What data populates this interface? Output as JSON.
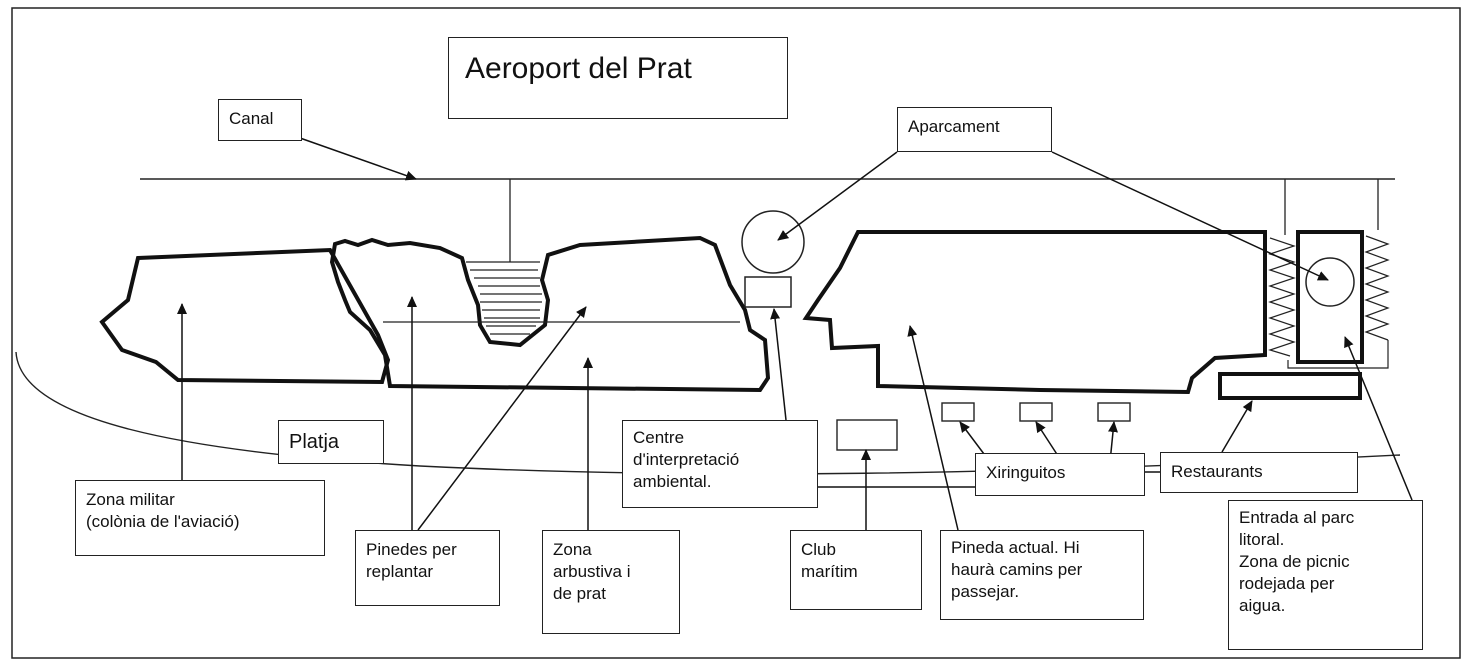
{
  "diagram": {
    "title": "Aeroport del Prat",
    "labels": {
      "canal": "Canal",
      "aparcament": "Aparcament",
      "platja": "Platja",
      "zona_militar": "Zona militar\n(colònia de l'aviació)",
      "pinedes": "Pinedes per\nreplantar",
      "zona_arbustiva": "Zona\narbustiva i\nde prat",
      "centre": "Centre\nd'interpretació\nambiental.",
      "club": "Club\nmarítim",
      "pineda_actual": "Pineda actual. Hi\nhaurà camins per\npassejar.",
      "xiringuitos": "Xiringuitos",
      "restaurants": "Restaurants",
      "entrada": "Entrada al parc\nlitoral.\nZona de picnic\nrodejada per\naigua."
    }
  }
}
